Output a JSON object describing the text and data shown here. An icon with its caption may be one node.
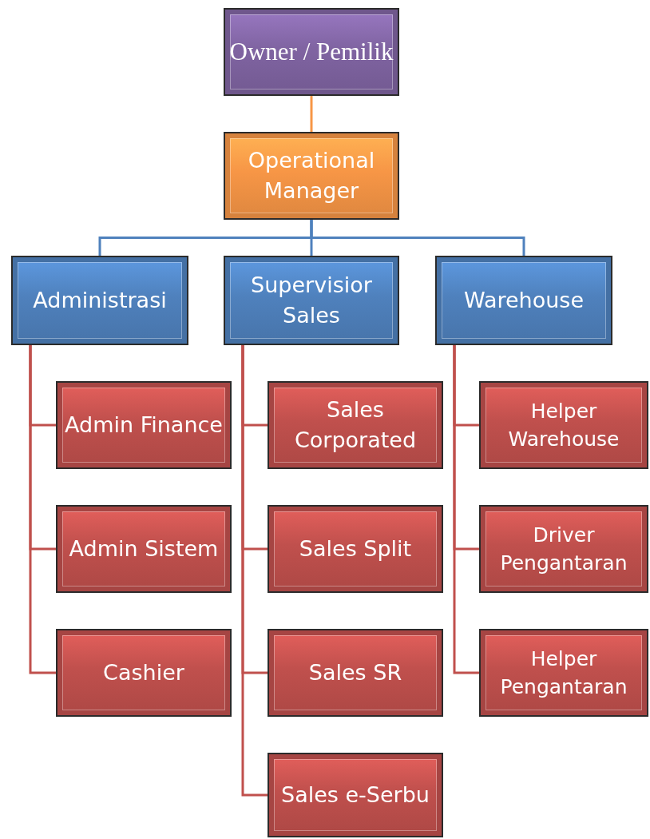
{
  "diagram": {
    "nodes": [
      {
        "text": [
          "Owner / Pemilik"
        ]
      },
      {
        "text": [
          "Operational Manager"
        ]
      },
      {
        "text": [
          "Administrasi"
        ]
      },
      {
        "text": [
          "Supervisior Sales"
        ]
      },
      {
        "text": [
          "Warehouse"
        ]
      },
      {
        "text": [
          "Admin Finance"
        ]
      },
      {
        "text": [
          "Admin Sistem"
        ]
      },
      {
        "text": [
          "Cashier"
        ]
      },
      {
        "text": [
          "Sales Corporated"
        ]
      },
      {
        "text": [
          "Sales Split"
        ]
      },
      {
        "text": [
          "Sales SR"
        ]
      },
      {
        "text": [
          "Sales e-Serbu"
        ]
      },
      {
        "text": [
          "Helper Warehouse"
        ]
      },
      {
        "text": [
          "Driver Pengantaran"
        ]
      },
      {
        "text": [
          "Helper Pengantaran"
        ]
      }
    ],
    "edges": [
      {
        "from": 0,
        "to": 1,
        "arrow": "none",
        "color": "#f79646"
      },
      {
        "from": 1,
        "to": 2,
        "arrow": "none",
        "color": "#4f81bd"
      },
      {
        "from": 1,
        "to": 3,
        "arrow": "none",
        "color": "#4f81bd"
      },
      {
        "from": 1,
        "to": 4,
        "arrow": "none",
        "color": "#4f81bd"
      },
      {
        "from": 2,
        "to": 5,
        "arrow": "none"
      },
      {
        "from": 2,
        "to": 6,
        "arrow": "none"
      },
      {
        "from": 2,
        "to": 7,
        "arrow": "none"
      },
      {
        "from": 3,
        "to": 8,
        "arrow": "none"
      },
      {
        "from": 3,
        "to": 9,
        "arrow": "none"
      },
      {
        "from": 3,
        "to": 10,
        "arrow": "none"
      },
      {
        "from": 3,
        "to": 11,
        "arrow": "none"
      },
      {
        "from": 4,
        "to": 12,
        "arrow": "none"
      },
      {
        "from": 4,
        "to": 13,
        "arrow": "none"
      },
      {
        "from": 4,
        "to": 14,
        "arrow": "none"
      }
    ]
  }
}
